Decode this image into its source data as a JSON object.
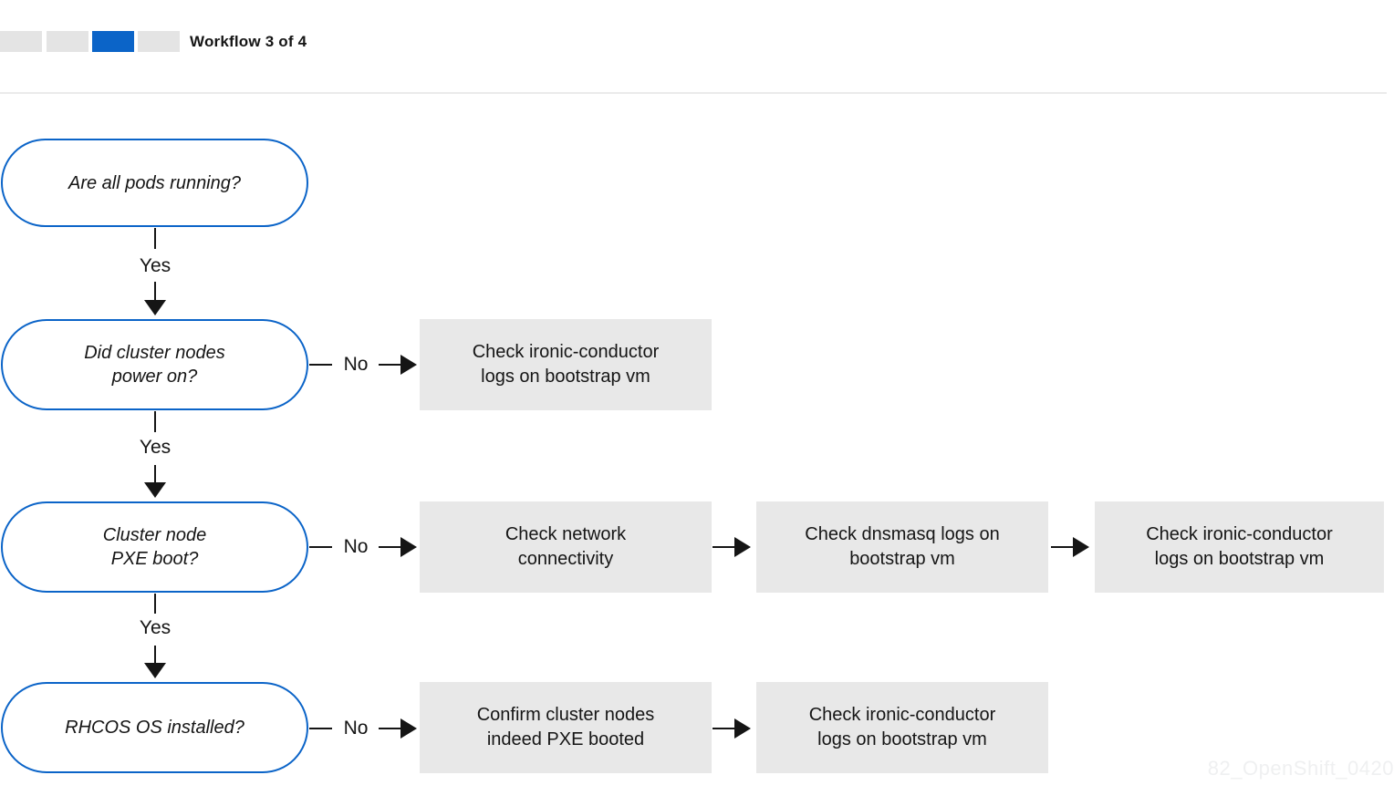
{
  "header": {
    "workflow_label": "Workflow 3 of 4",
    "progress_segments_total": 4,
    "progress_active_segment": 3
  },
  "colors": {
    "accent_blue": "#0b64c8",
    "action_box_gray": "#e8e8e8",
    "inactive_segment_gray": "#e4e4e4",
    "text_dark": "#151515",
    "watermark_gray": "#eff0f1"
  },
  "flowchart": {
    "edge_labels": {
      "yes": "Yes",
      "no": "No"
    },
    "questions": [
      {
        "lines": [
          "Are all pods running?",
          ""
        ]
      },
      {
        "lines": [
          "Did cluster nodes",
          "power on?"
        ]
      },
      {
        "lines": [
          "Cluster node",
          "PXE boot?"
        ]
      },
      {
        "lines": [
          "RHCOS OS installed?",
          ""
        ]
      }
    ],
    "actions": [
      {
        "lines": [
          "Check ironic-conductor",
          "logs on bootstrap vm"
        ]
      },
      {
        "lines": [
          "Check network",
          "connectivity"
        ]
      },
      {
        "lines": [
          "Check dnsmasq logs on",
          "bootstrap vm"
        ]
      },
      {
        "lines": [
          "Check ironic-conductor",
          "logs on bootstrap vm"
        ]
      },
      {
        "lines": [
          "Confirm cluster nodes",
          "indeed PXE booted"
        ]
      },
      {
        "lines": [
          "Check ironic-conductor",
          "logs on bootstrap vm"
        ]
      }
    ]
  },
  "watermark": "82_OpenShift_0420"
}
